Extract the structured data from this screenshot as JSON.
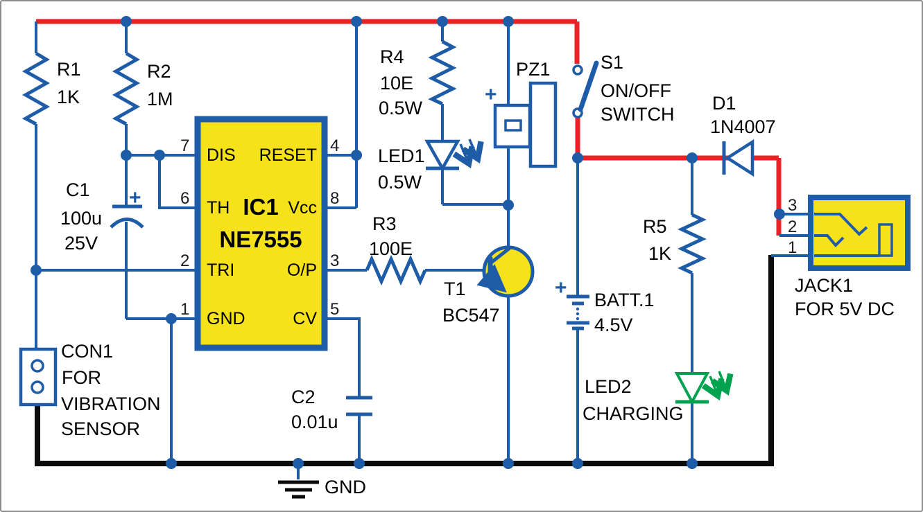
{
  "colors": {
    "wire_blue": "#1e5ca8",
    "power_red": "#ec2127",
    "ground_black": "#0b0b0b",
    "component_yellow": "#f5e21b",
    "led_green": "#00a24f",
    "text_black": "#000000",
    "border_gray": "#8c8c8c",
    "background": "#ffffff"
  },
  "components": {
    "r1": {
      "ref": "R1",
      "value": "1K"
    },
    "r2": {
      "ref": "R2",
      "value": "1M"
    },
    "r3": {
      "ref": "R3",
      "value": "100E"
    },
    "r4": {
      "ref": "R4",
      "value": "10E",
      "rating": "0.5W"
    },
    "r5": {
      "ref": "R5",
      "value": "1K"
    },
    "c1": {
      "ref": "C1",
      "value": "100u",
      "rating": "25V",
      "polarity": "+"
    },
    "c2": {
      "ref": "C2",
      "value": "0.01u"
    },
    "ic1": {
      "ref": "IC1",
      "part": "NE7555",
      "pins": {
        "dis": "DIS",
        "reset": "RESET",
        "th": "TH",
        "vcc": "Vcc",
        "tri": "TRI",
        "op": "O/P",
        "gnd": "GND",
        "cv": "CV"
      },
      "pin_numbers": {
        "dis": "7",
        "th": "6",
        "tri": "2",
        "gnd": "1",
        "reset": "4",
        "vcc": "8",
        "op": "3",
        "cv": "5"
      }
    },
    "led1": {
      "ref": "LED1",
      "rating": "0.5W"
    },
    "led2": {
      "ref": "LED2",
      "function": "CHARGING"
    },
    "pz1": {
      "ref": "PZ1",
      "polarity": "+"
    },
    "t1": {
      "ref": "T1",
      "part": "BC547"
    },
    "s1": {
      "ref": "S1",
      "desc_line1": "ON/OFF",
      "desc_line2": "SWITCH"
    },
    "d1": {
      "ref": "D1",
      "part": "1N4007"
    },
    "batt1": {
      "ref": "BATT.1",
      "value": "4.5V",
      "polarity": "+"
    },
    "jack1": {
      "ref": "JACK1",
      "desc": "FOR 5V DC",
      "pin_numbers": [
        "3",
        "2",
        "1"
      ]
    },
    "con1": {
      "ref": "CON1",
      "desc_line1": "FOR",
      "desc_line2": "VIBRATION",
      "desc_line3": "SENSOR"
    },
    "gnd": {
      "label": "GND"
    }
  }
}
